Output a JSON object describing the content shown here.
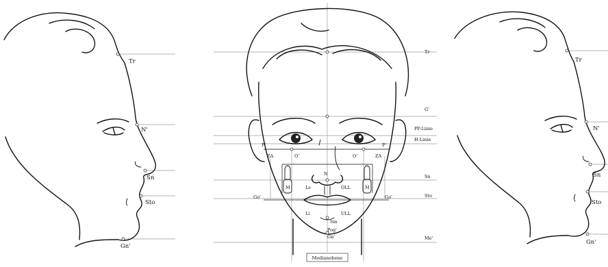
{
  "left_profile": {
    "labels": {
      "tr": "Tr",
      "n": "N'",
      "sn": "Sn",
      "sto": "Sto",
      "gn": "Gn'"
    }
  },
  "frontal": {
    "right_labels": {
      "tr": "Tr",
      "g": "G'",
      "pp": "PP-Linie",
      "h": "H-Linie",
      "sn": "Sn",
      "sto": "Sto",
      "me": "Me'"
    },
    "face_labels": {
      "p_left": "P'",
      "p_right": "P'",
      "za_left": "ZA",
      "za_right": "ZA",
      "o_left": "O'",
      "o_right": "O'",
      "n": "N",
      "m_left": "M",
      "m_right": "M",
      "ls": "Ls",
      "oll": "OLL",
      "go_left": "Go'",
      "go_right": "Go'",
      "li": "Li",
      "ull": "ULL",
      "sm": "Sm",
      "pog": "Pog'",
      "gn": "Gn'",
      "median": "Medianebene"
    }
  },
  "right_profile": {
    "labels": {
      "tr": "Tr",
      "n": "N'",
      "sn": "Sn",
      "sto": "Sto",
      "gn": "Gn'"
    }
  }
}
